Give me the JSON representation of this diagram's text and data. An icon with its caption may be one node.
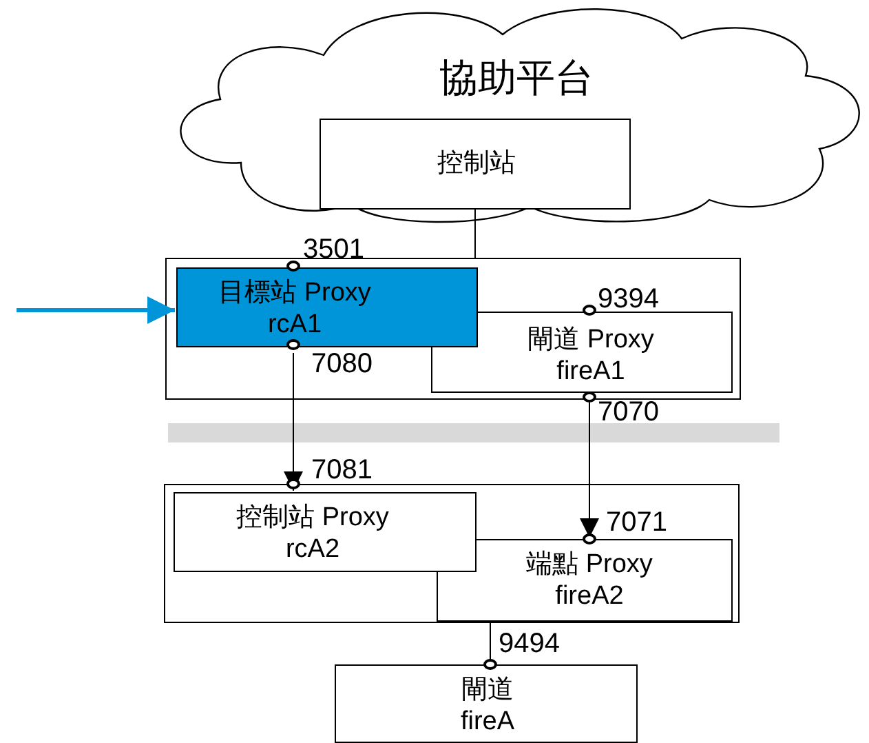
{
  "diagram": {
    "nodes": [
      {
        "text": [
          "協助平台"
        ]
      },
      {
        "text": [
          "控制站"
        ],
        "in": 0
      },
      {
        "text": [],
        "shape": "box"
      },
      {
        "text": [
          "目標站 Proxy rcA1"
        ],
        "in": 2,
        "beside": [
          "3501",
          "7080"
        ]
      },
      {
        "text": [
          "閘道 Proxy fireA1"
        ],
        "in": 2,
        "beside": [
          "9394",
          "7070"
        ]
      },
      {
        "text": [],
        "shape": "bar"
      },
      {
        "text": [],
        "shape": "box"
      },
      {
        "text": [
          "控制站 Proxy rcA2"
        ],
        "in": 6,
        "beside": [
          "7081"
        ]
      },
      {
        "text": [
          "端點 Proxy fireA2"
        ],
        "in": 6,
        "beside": [
          "7071"
        ]
      },
      {
        "text": [
          "閘道 fireA"
        ],
        "beside": [
          "9494"
        ]
      }
    ],
    "edges": [
      {
        "from": null,
        "to": 3,
        "arrow": "to",
        "style": "thick",
        "color": "#0095d9"
      },
      {
        "from": 1,
        "to": 2,
        "arrow": "none"
      },
      {
        "from": 3,
        "to": 7,
        "arrow": "to"
      },
      {
        "from": 4,
        "to": 8,
        "arrow": "to"
      },
      {
        "from": 6,
        "to": 9,
        "arrow": "other"
      }
    ]
  }
}
